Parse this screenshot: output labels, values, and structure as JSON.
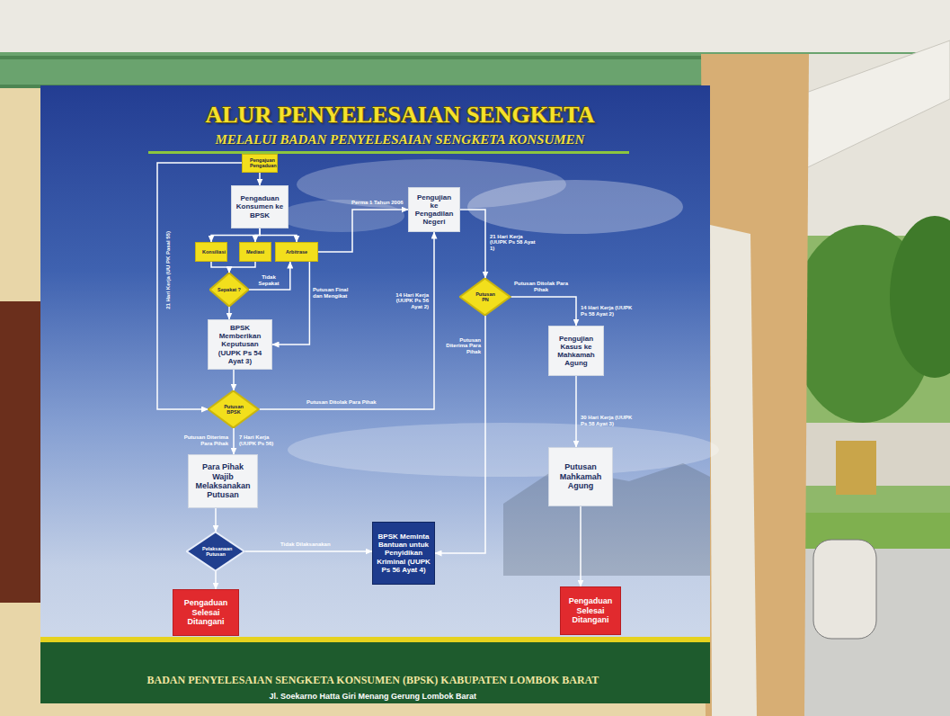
{
  "diagram": {
    "title": "ALUR PENYELESAIAN SENGKETA",
    "nodes": [
      {
        "text": [
          "Pengajuan Pengaduan"
        ]
      },
      {
        "text": [
          "Pengaduan Konsumen ke BPSK"
        ]
      },
      {
        "text": [
          "Konsiliasi"
        ]
      },
      {
        "text": [
          "Mediasi"
        ]
      },
      {
        "text": [
          "Arbitrase"
        ]
      },
      {
        "text": [
          "Sepakat ?"
        ]
      },
      {
        "text": [
          "BPSK Memberikan Keputusan (UUPK Ps 54 Ayat 3)"
        ]
      },
      {
        "text": [
          "Putusan BPSK"
        ]
      },
      {
        "text": [
          "Para Pihak Wajib Melaksanakan Putusan"
        ]
      },
      {
        "text": [
          "Pelaksanaan Putusan"
        ]
      },
      {
        "text": [
          "Pengaduan Selesai Ditangani"
        ]
      },
      {
        "text": [
          "BPSK Meminta Bantuan untuk Penyidikan Kriminal (UUPK Ps 56 Ayat 4)"
        ]
      },
      {
        "text": [
          "Pengujian ke Pengadilan Negeri"
        ]
      },
      {
        "text": [
          "Putusan PN"
        ]
      },
      {
        "text": [
          "Pengujian Kasus ke Mahkamah Agung"
        ]
      },
      {
        "text": [
          "Putusan Mahkamah Agung"
        ]
      },
      {
        "text": [
          "Pengaduan Selesai Ditangani"
        ]
      }
    ],
    "edges": [
      {
        "from": 0,
        "to": 1,
        "arrow": "to"
      },
      {
        "from": 1,
        "to": 2,
        "arrow": "to"
      },
      {
        "from": 1,
        "to": 3,
        "arrow": "to"
      },
      {
        "from": 1,
        "to": 4,
        "arrow": "to"
      },
      {
        "from": 2,
        "to": 5,
        "arrow": "to"
      },
      {
        "from": 3,
        "to": 5,
        "arrow": "to"
      },
      {
        "from": 5,
        "to": 4,
        "label": "Tidak Sepakat",
        "arrow": "to"
      },
      {
        "from": 4,
        "to": 6,
        "label": "Putusan Final dan Mengikat",
        "arrow": "to"
      },
      {
        "from": 4,
        "to": 12,
        "label": "Perma 1 Tahun 2006",
        "arrow": "to"
      },
      {
        "from": 5,
        "to": 6,
        "arrow": "to"
      },
      {
        "from": 6,
        "to": 7,
        "arrow": "to"
      },
      {
        "from": 7,
        "to": 12,
        "label": "Putusan Ditolak Para Pihak",
        "arrow": "to"
      },
      {
        "from": 7,
        "to": 8,
        "label": "Putusan Diterima Para Pihak",
        "arrow": "to"
      },
      {
        "from": 0,
        "to": 7,
        "label": "21 Hari Kerja (UU PK Pasal 55)",
        "arrow": "to"
      },
      {
        "from": 8,
        "to": 9,
        "arrow": "to"
      },
      {
        "from": 9,
        "to": 10,
        "arrow": "to"
      },
      {
        "from": 9,
        "to": 11,
        "label": "Tidak Dilaksanakan",
        "arrow": "to"
      },
      {
        "from": 12,
        "to": 13,
        "label": "21 Hari Kerja (UUPK Ps 58 Ayat 1)",
        "arrow": "to"
      },
      {
        "from": 13,
        "to": 11,
        "label": "Putusan Diterima Para Pihak",
        "arrow": "to"
      },
      {
        "from": 13,
        "to": 14,
        "label": "Putusan Ditolak Para Pihak",
        "arrow": "to"
      },
      {
        "from": 14,
        "to": 15,
        "label": "30 Hari Kerja (UUPK Ps 58 Ayat 3)",
        "arrow": "to"
      },
      {
        "from": 15,
        "to": 16,
        "arrow": "to"
      }
    ],
    "labels": [
      "MELALUI BADAN PENYELESAIAN SENGKETA KONSUMEN",
      "14 Hari Kerja (UUPK Ps 56 Ayat 2)",
      "7 Hari Kerja (UUPK Ps 56)",
      "14 Hari Kerja (UUPK Ps 58 Ayat 2)",
      "BADAN PENYELESAIAN SENGKETA KONSUMEN (BPSK) KABUPATEN LOMBOK BARAT",
      "Jl. Soekarno Hatta Giri Menang Gerung Lombok Barat"
    ]
  }
}
